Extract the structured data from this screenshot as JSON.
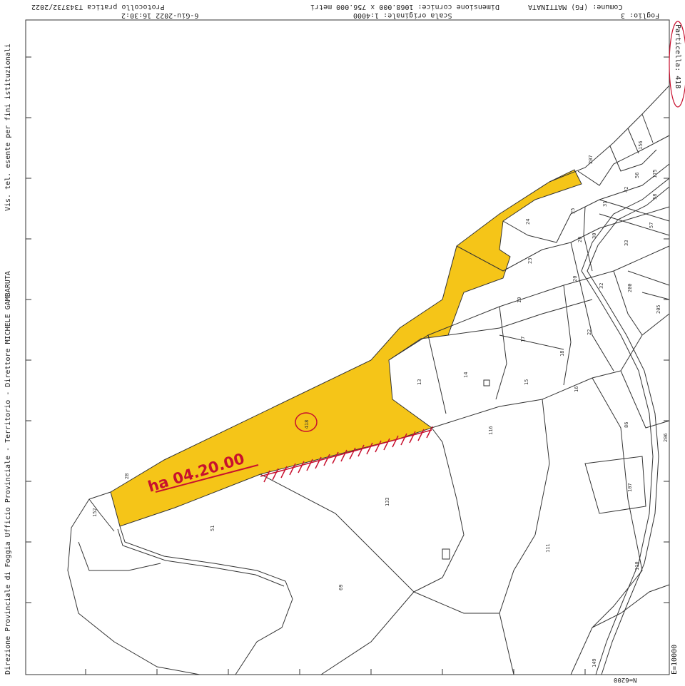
{
  "header": {
    "line1_right": "Comune: (FG) MATTINATA",
    "line1_mid": "Dimensione cornice: 1068.000 x 756.000 metri",
    "line1_left": "Protocollo pratica T343732/2022",
    "line2_right": "Foglio: 3",
    "line2_mid": "Scala originale: 1:4000",
    "line2_left": "6-Giu-2022 16:30:2",
    "particella_tag": "Particella: 418"
  },
  "side_texts": {
    "left_bottom": "Direzione Provinciale di Foggia  Ufficio Provinciale - Territorio - Direttore MICHELE GAMBARUTA",
    "left_top": "Vis. tel. esente per fini istituzionali"
  },
  "coordinates": {
    "east": "E=10000",
    "north": "N=6200"
  },
  "annotations": {
    "area": "ha 04.20.00",
    "parcel_circle": "418",
    "parcel_small": "28"
  },
  "parcels": [
    "51",
    "69",
    "13",
    "14",
    "15",
    "16",
    "17",
    "18",
    "19",
    "20",
    "22",
    "23",
    "24",
    "25",
    "26",
    "30",
    "31",
    "32",
    "33",
    "42",
    "56",
    "57",
    "58",
    "86",
    "107",
    "110",
    "111",
    "116",
    "133",
    "149",
    "152",
    "156",
    "175",
    "200",
    "205",
    "206",
    "207"
  ],
  "colors": {
    "highlight": "#f5c518",
    "annotation": "#c8102e",
    "lines": "#333333"
  }
}
